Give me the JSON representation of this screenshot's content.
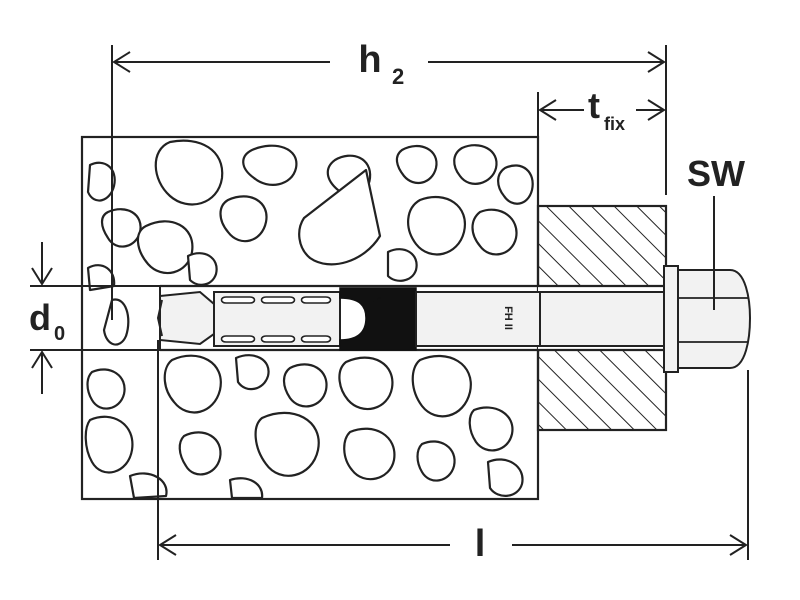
{
  "labels": {
    "h2_main": "h",
    "h2_sub": "2",
    "tfix_main": "t",
    "tfix_sub": "fix",
    "sw": "SW",
    "d0_main": "d",
    "d0_sub": "0",
    "l": "l",
    "anchor_marking": "FH II"
  },
  "colors": {
    "line": "#222222",
    "background": "#ffffff",
    "fill_black": "#111111",
    "bolt_fill": "#f2f2f2"
  }
}
